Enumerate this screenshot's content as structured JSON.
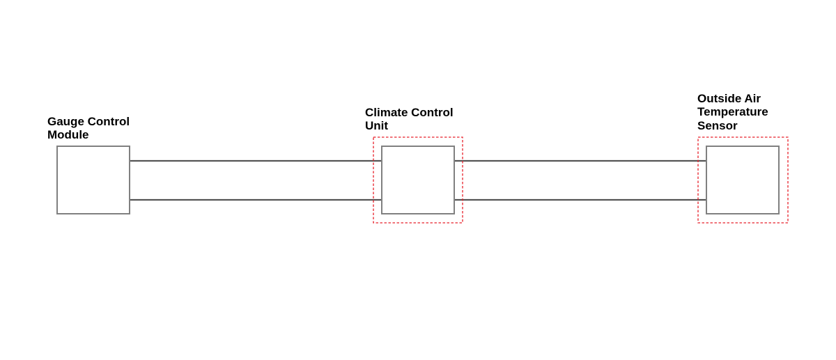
{
  "modules": [
    {
      "id": "gauge",
      "label_lines": [
        "Gauge Control",
        "Module"
      ],
      "highlighted": false
    },
    {
      "id": "climate",
      "label_lines": [
        "Climate Control",
        "Unit"
      ],
      "highlighted": true
    },
    {
      "id": "oat",
      "label_lines": [
        "Outside Air",
        "Temperature",
        "Sensor"
      ],
      "highlighted": true
    }
  ],
  "colors": {
    "box_stroke": "#808080",
    "wire": "#555555",
    "highlight": "#e8202a",
    "label": "#000000"
  }
}
